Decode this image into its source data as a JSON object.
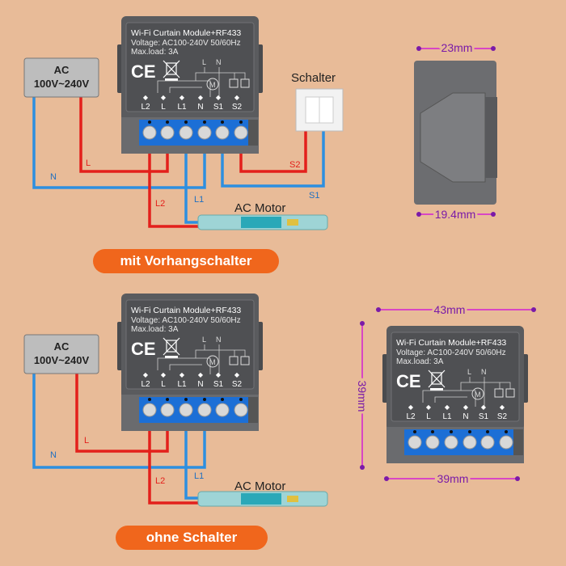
{
  "module": {
    "title": "Wi-Fi Curtain Module+RF433",
    "voltage": "Voltage: AC100-240V 50/60Hz",
    "maxload": "Max.load: 3A",
    "ce": "CE",
    "diagram_L": "L",
    "diagram_N": "N",
    "motor_symbol": "M",
    "terminals": [
      "L2",
      "L",
      "L1",
      "N",
      "S1",
      "S2"
    ]
  },
  "ac_box": {
    "line1": "AC",
    "line2": "100V~240V"
  },
  "top_diagram": {
    "switch_label": "Schalter",
    "motor_label": "AC Motor",
    "wire_labels": {
      "L": "L",
      "N": "N",
      "L2": "L2",
      "L1": "L1",
      "S1": "S1",
      "S2": "S2"
    },
    "caption": "mit Vorhangschalter"
  },
  "bottom_diagram": {
    "motor_label": "AC Motor",
    "wire_labels": {
      "L": "L",
      "N": "N",
      "L2": "L2",
      "L1": "L1"
    },
    "caption": "ohne Schalter"
  },
  "dimensions": {
    "depth_top": "23mm",
    "depth_bottom": "19.4mm",
    "width_top": "43mm",
    "height": "39mm",
    "width_bottom": "39mm"
  },
  "colors": {
    "live": "#e3201b",
    "neutral": "#2d8fe0",
    "dimension": "#d21fd2",
    "accent": "#f0661c",
    "terminal_block": "#1c6fd6",
    "housing": "#5a5b5e"
  }
}
